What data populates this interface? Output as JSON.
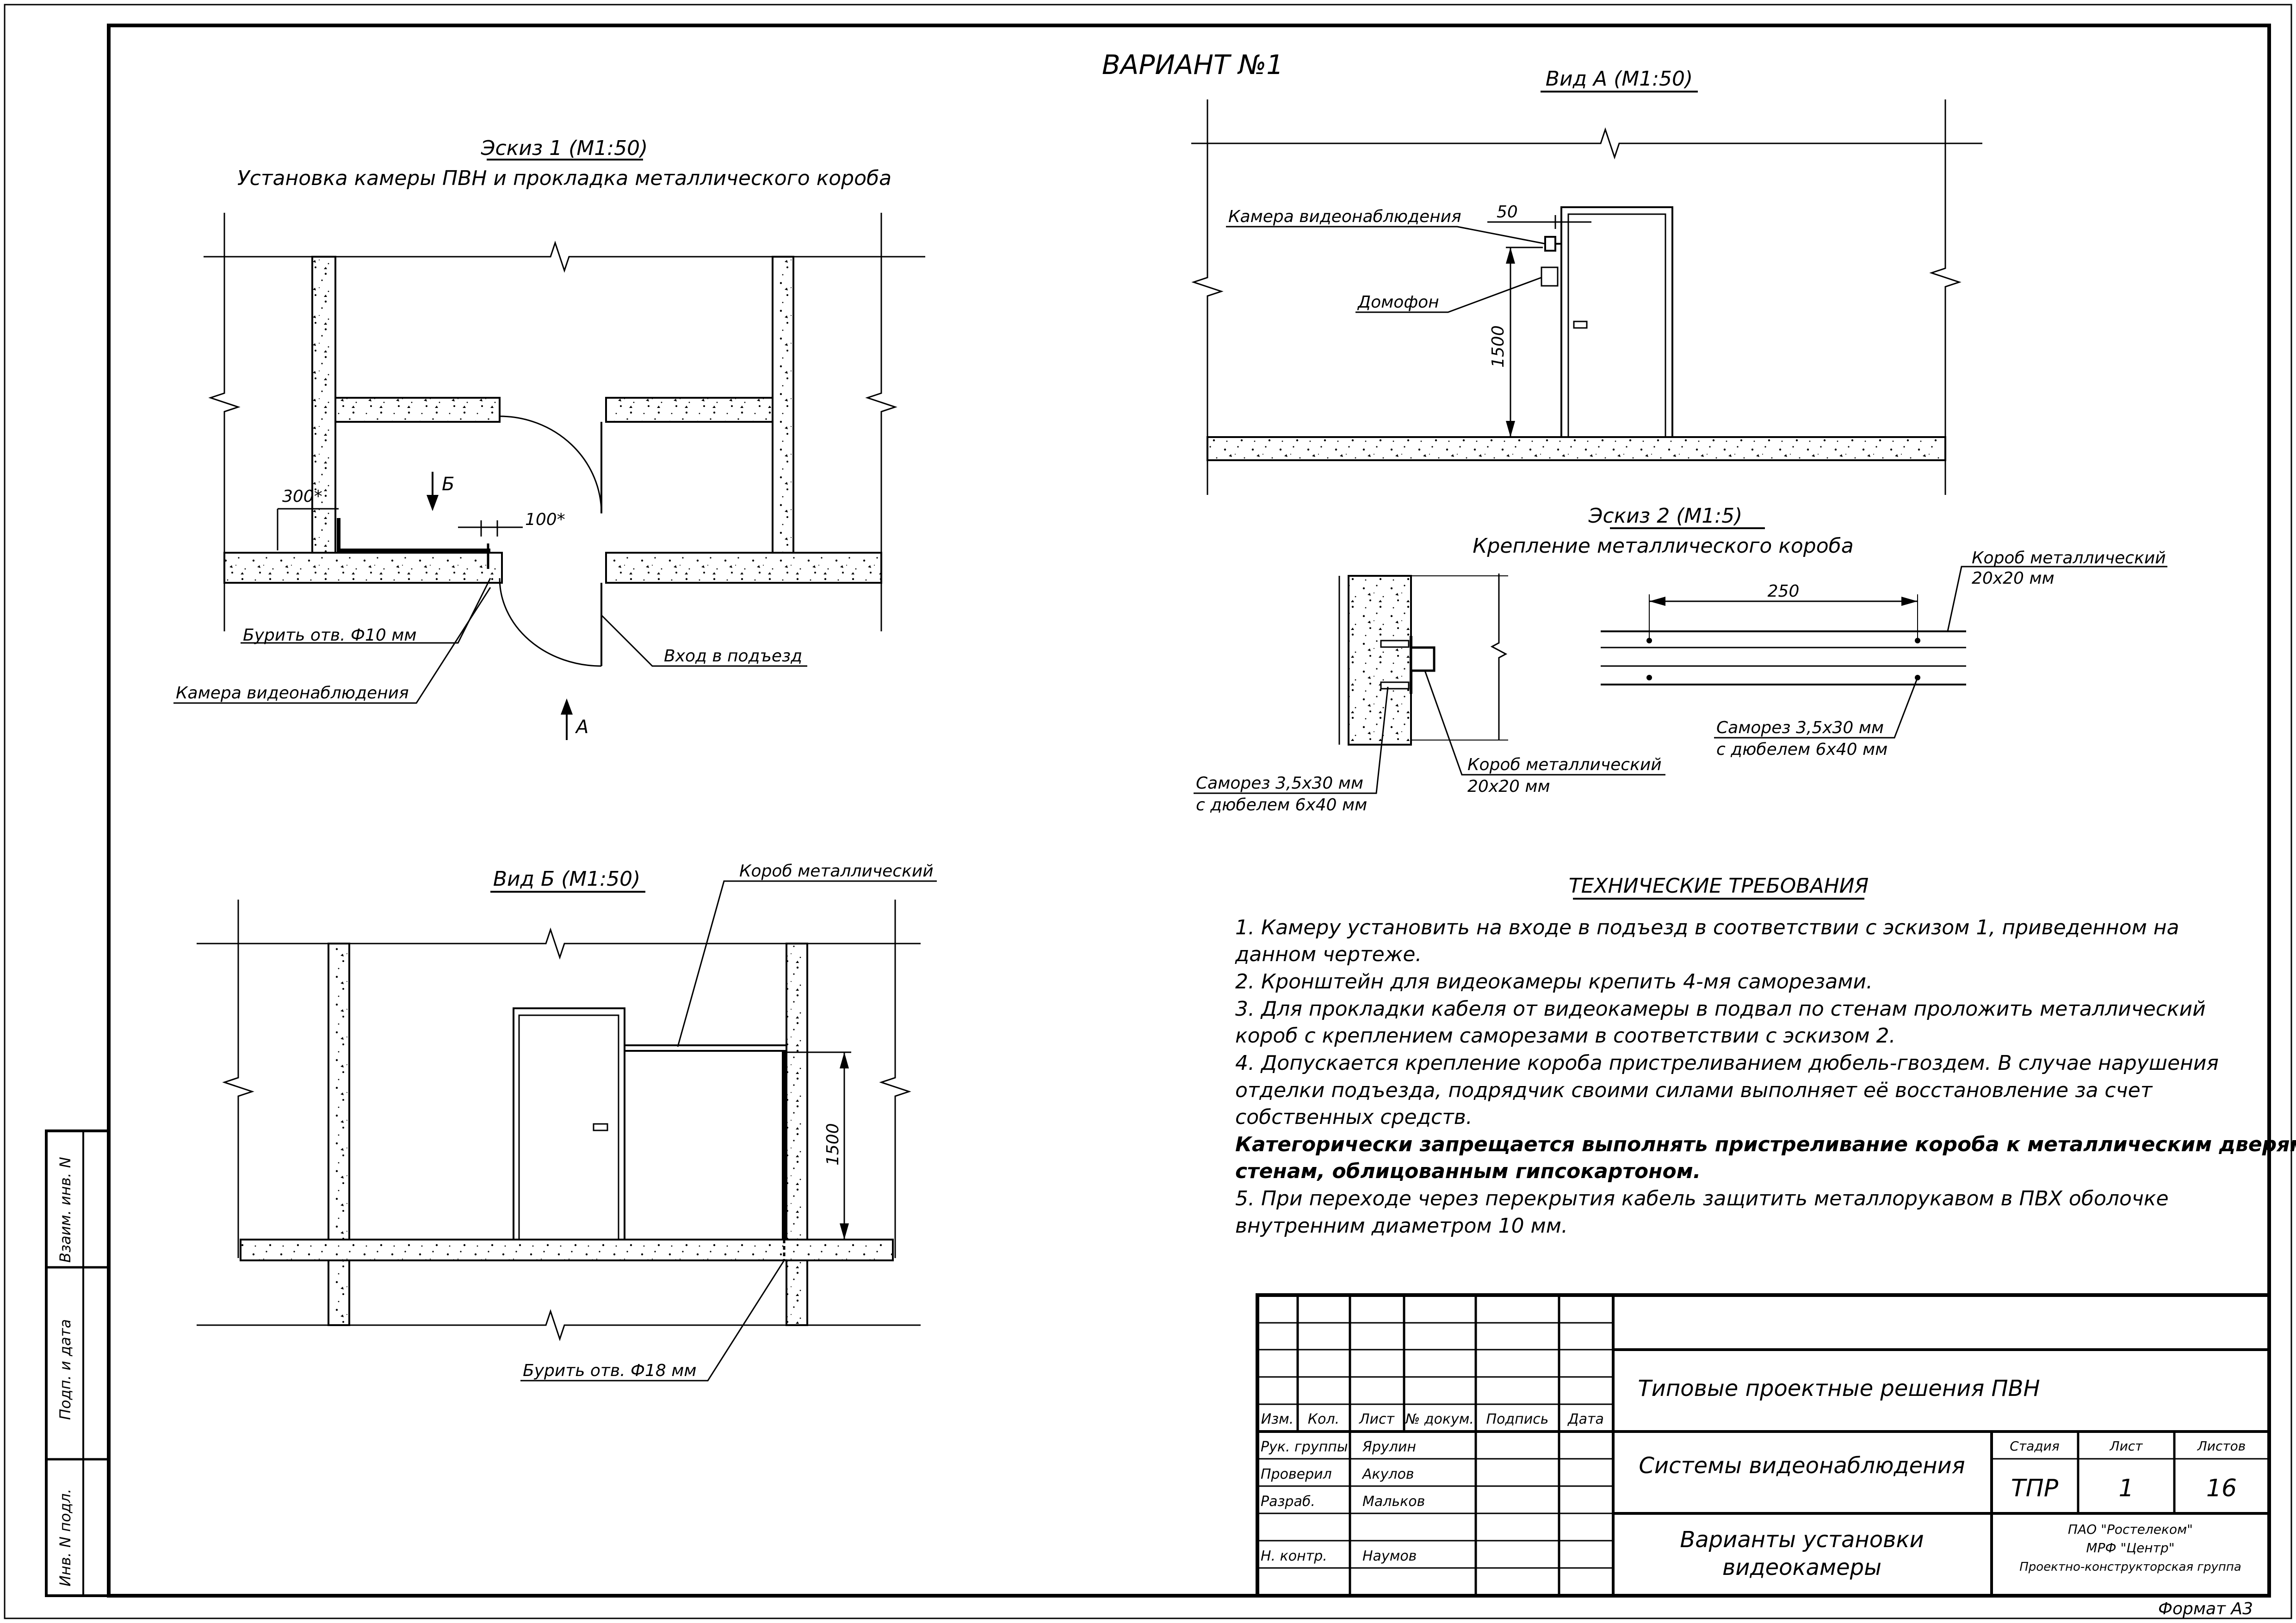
{
  "variant_title": "ВАРИАНТ №1",
  "sketch1": {
    "title": "Эскиз 1 (М1:50)",
    "subtitle": "Установка камеры ПВН и прокладка металлического короба",
    "dim_300": "300*",
    "dim_100": "100*",
    "label_b": "Б",
    "label_a": "А",
    "label_drill": "Бурить отв. Ф10 мм",
    "label_camera": "Камера видеонаблюдения",
    "label_entrance": "Вход в подъезд"
  },
  "view_a": {
    "title": "Вид А (М1:50)",
    "label_camera": "Камера видеонаблюдения",
    "dim_50": "50",
    "label_intercom": "Домофон",
    "dim_1500": "1500"
  },
  "sketch2": {
    "title": "Эскиз 2 (М1:5)",
    "subtitle": "Крепление металлического короба",
    "dim_250": "250",
    "box_line1": "Короб металлический",
    "box_line2": "20х20 мм",
    "screw_line1": "Саморез 3,5х30 мм",
    "screw_line2": "с дюбелем 6х40 мм"
  },
  "view_b": {
    "title": "Вид Б (М1:50)",
    "label_box": "Короб металлический",
    "dim_1500": "1500",
    "label_drill": "Бурить отв. Ф18 мм"
  },
  "tech": {
    "title": "ТЕХНИЧЕСКИЕ ТРЕБОВАНИЯ",
    "lines": [
      "1. Камеру установить на входе в подъезд в соответствии с эскизом 1, приведенном на",
      "данном чертеже.",
      "2. Кронштейн для видеокамеры крепить 4-мя саморезами.",
      "3. Для прокладки кабеля от видеокамеры в подвал по стенам проложить металлический",
      "короб с креплением саморезами в соответствии с эскизом 2.",
      "4. Допускается крепление короба пристреливанием дюбель-гвоздем. В случае нарушения",
      "отделки подъезда, подрядчик своими силами выполняет её восстановление за счет",
      "собственных средств."
    ],
    "bold_lines": [
      "Категорически запрещается выполнять пристреливание короба к металлическим дверям и",
      "стенам, облицованным гипсокартоном."
    ],
    "tail_lines": [
      "5. При переходе через перекрытия кабель защитить металлорукавом в ПВХ оболочке",
      "внутренним диаметром 10 мм."
    ]
  },
  "side_stamp": {
    "label1": "Взаим. инв. N",
    "label2": "Подп. и дата",
    "label3": "Инв. N подл."
  },
  "title_block": {
    "col_headers": [
      "Изм.",
      "Кол.",
      "Лист",
      "№ докум.",
      "Подпись",
      "Дата"
    ],
    "roles": [
      "Рук. группы",
      "Проверил",
      "Разраб.",
      "Н. контр."
    ],
    "names": [
      "Ярулин",
      "Акулов",
      "Мальков",
      "Наумов"
    ],
    "project_title": "Типовые проектные решения ПВН",
    "system": "Системы видеонаблюдения",
    "drawing_line1": "Варианты установки",
    "drawing_line2": "видеокамеры",
    "stage_label": "Стадия",
    "sheet_label": "Лист",
    "sheets_label": "Листов",
    "stage": "ТПР",
    "sheet": "1",
    "sheets": "16",
    "org_line1": "ПАО \"Ростелеком\"",
    "org_line2": "МРФ \"Центр\"",
    "org_line3": "Проектно-конструкторская группа"
  },
  "format": "Формат А3"
}
